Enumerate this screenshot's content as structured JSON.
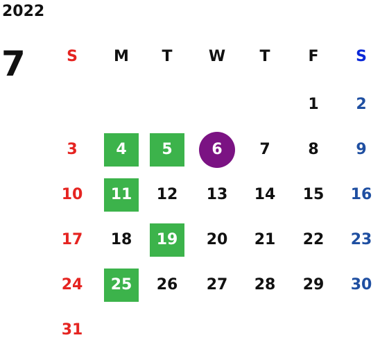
{
  "calendar": {
    "year": "2022",
    "month": "7",
    "weekdays": [
      {
        "label": "S",
        "color": "#e52421"
      },
      {
        "label": "M",
        "color": "#111111"
      },
      {
        "label": "T",
        "color": "#111111"
      },
      {
        "label": "W",
        "color": "#111111"
      },
      {
        "label": "T",
        "color": "#111111"
      },
      {
        "label": "F",
        "color": "#111111"
      },
      {
        "label": "S",
        "color": "#0a28d8"
      }
    ],
    "colors": {
      "sunday": "#e52421",
      "saturday": "#1f4fa1",
      "weekday": "#111111",
      "highlight_green": "#3cb34b",
      "highlight_purple": "#7b1383",
      "highlight_text": "#ffffff"
    },
    "highlighted_green": [
      "4",
      "5",
      "11",
      "19",
      "25"
    ],
    "highlighted_purple": [
      "6"
    ],
    "weeks": [
      [
        "",
        "",
        "",
        "",
        "",
        "1",
        "2"
      ],
      [
        "3",
        "4",
        "5",
        "6",
        "7",
        "8",
        "9"
      ],
      [
        "10",
        "11",
        "12",
        "13",
        "14",
        "15",
        "16"
      ],
      [
        "17",
        "18",
        "19",
        "20",
        "21",
        "22",
        "23"
      ],
      [
        "24",
        "25",
        "26",
        "27",
        "28",
        "29",
        "30"
      ],
      [
        "31",
        "",
        "",
        "",
        "",
        "",
        ""
      ]
    ]
  }
}
